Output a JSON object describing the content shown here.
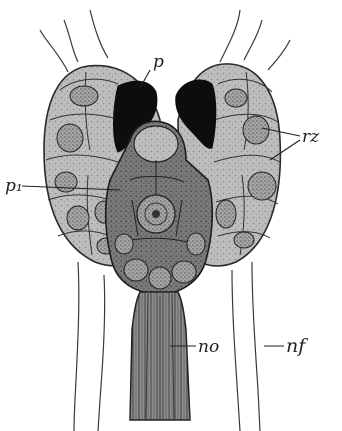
{
  "labels": {
    "p": "p",
    "p1": "p₁",
    "rz": "rz",
    "no": "no",
    "nf": "nf"
  },
  "colors": {
    "ink": "#222222",
    "lobe_fill": "#b9b9b9",
    "central_fill": "#6f6f6f",
    "pigment": "#0d0d0d",
    "nucleus_fill": "#909090",
    "paper": "#ffffff"
  }
}
